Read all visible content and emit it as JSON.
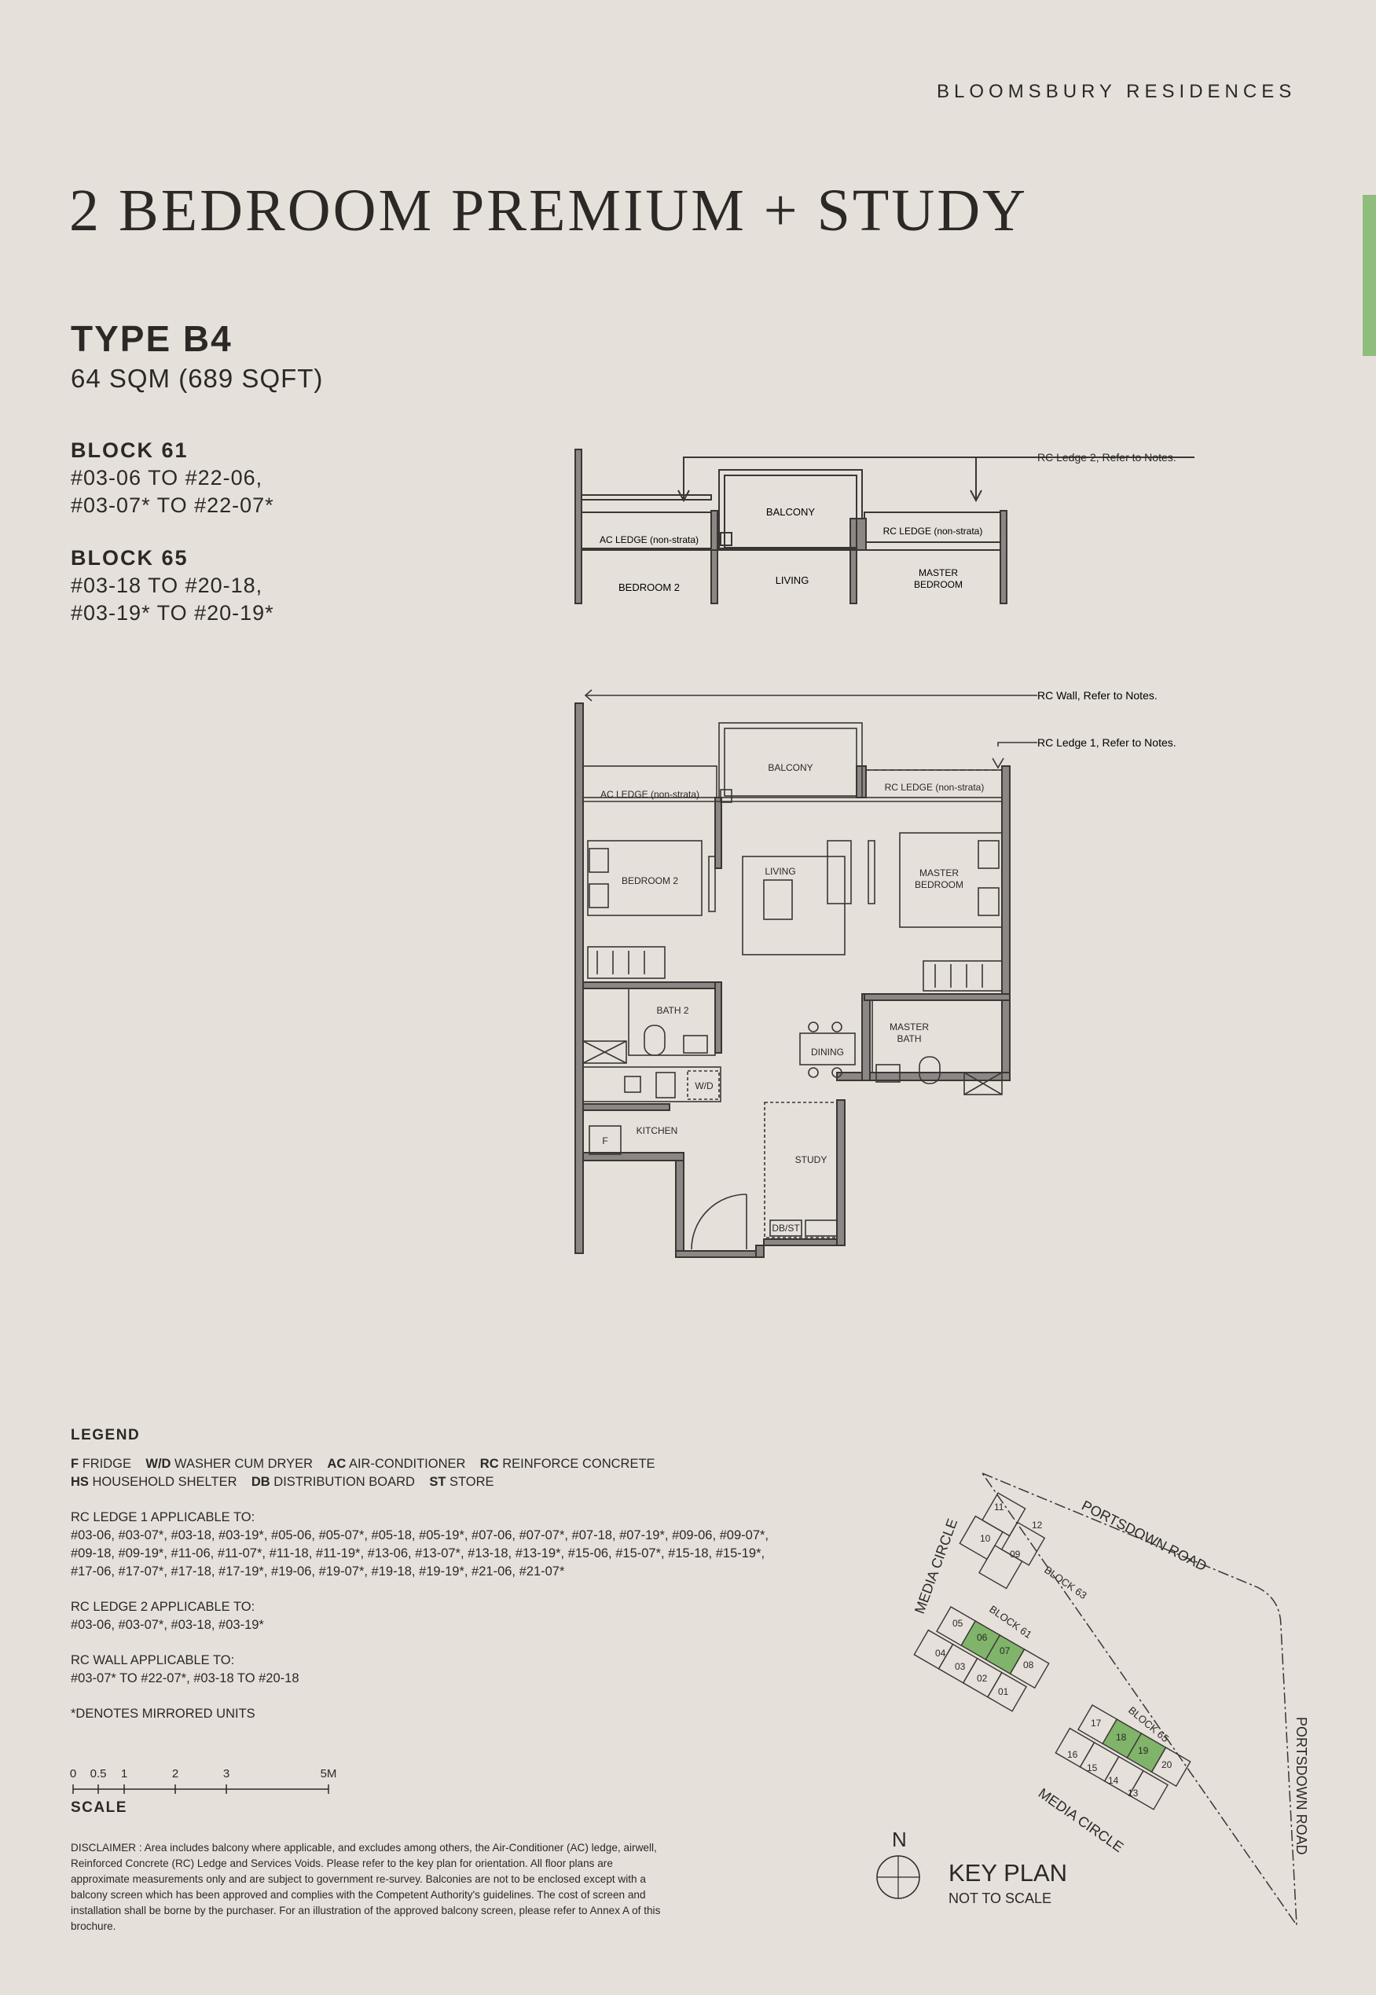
{
  "brand": "BLOOMSBURY RESIDENCES",
  "title": "2 BEDROOM PREMIUM + STUDY",
  "unit_type": "TYPE B4",
  "area": "64 SQM (689 SQFT)",
  "blocks": [
    {
      "name": "BLOCK 61",
      "lines": [
        "#03-06 TO #22-06,",
        "#03-07* TO #22-07*"
      ]
    },
    {
      "name": "BLOCK 65",
      "lines": [
        "#03-18 TO #20-18,",
        "#03-19* TO #20-19*"
      ]
    }
  ],
  "plan": {
    "upper": {
      "note": "RC Ledge 2, Refer to Notes.",
      "rooms": [
        "BALCONY",
        "AC LEDGE (non-strata)",
        "RC LEDGE (non-strata)",
        "BEDROOM 2",
        "LIVING",
        "MASTER",
        "BEDROOM"
      ]
    },
    "main": {
      "notes": [
        "RC Wall, Refer to Notes.",
        "RC Ledge 1, Refer to Notes."
      ],
      "rooms": [
        "BALCONY",
        "AC LEDGE (non-strata)",
        "RC LEDGE (non-strata)",
        "BEDROOM 2",
        "LIVING",
        "MASTER",
        "BEDROOM",
        "BATH 2",
        "MASTER",
        "BATH",
        "DINING",
        "W/D",
        "KITCHEN",
        "F",
        "STUDY",
        "DB/ST"
      ]
    }
  },
  "legend": {
    "heading": "LEGEND",
    "abbreviations": [
      [
        {
          "code": "F",
          "text": "FRIDGE"
        },
        {
          "code": "W/D",
          "text": "WASHER CUM DRYER"
        },
        {
          "code": "AC",
          "text": "AIR-CONDITIONER"
        },
        {
          "code": "RC",
          "text": "REINFORCE CONCRETE"
        }
      ],
      [
        {
          "code": "HS",
          "text": "HOUSEHOLD SHELTER"
        },
        {
          "code": "DB",
          "text": "DISTRIBUTION BOARD"
        },
        {
          "code": "ST",
          "text": "STORE"
        }
      ]
    ],
    "rc_ledge1_heading": "RC LEDGE 1 APPLICABLE TO:",
    "rc_ledge1_units": "#03-06, #03-07*, #03-18, #03-19*, #05-06, #05-07*, #05-18, #05-19*, #07-06, #07-07*, #07-18, #07-19*, #09-06, #09-07*, #09-18, #09-19*, #11-06, #11-07*, #11-18, #11-19*, #13-06, #13-07*, #13-18, #13-19*, #15-06, #15-07*, #15-18, #15-19*, #17-06, #17-07*, #17-18, #17-19*, #19-06, #19-07*, #19-18, #19-19*, #21-06, #21-07*",
    "rc_ledge2_heading": "RC LEDGE 2 APPLICABLE TO:",
    "rc_ledge2_units": "#03-06, #03-07*, #03-18, #03-19*",
    "rc_wall_heading": "RC WALL APPLICABLE TO:",
    "rc_wall_units": "#03-07* TO #22-07*, #03-18 TO #20-18",
    "mirrored_note": "*DENOTES MIRRORED UNITS"
  },
  "scale": {
    "label": "SCALE",
    "ticks": [
      "0",
      "0.5",
      "1",
      "2",
      "3",
      "5M"
    ]
  },
  "disclaimer": "DISCLAIMER : Area includes balcony where applicable, and excludes among others, the Air-Conditioner (AC) ledge, airwell, Reinforced Concrete (RC) Ledge and Services Voids. Please refer to the key plan for orientation. All floor plans are approximate measurements only and are subject to government re-survey. Balconies are not to be enclosed except with a balcony screen which has been approved and complies with the Competent Authority's guidelines. The cost of screen and installation shall be borne by the purchaser. For an illustration of the approved balcony screen, please refer to Annex A of this brochure.",
  "key_plan": {
    "title": "KEY PLAN",
    "subtitle": "NOT TO SCALE",
    "north": "N",
    "roads": [
      "PORTSDOWN ROAD",
      "PORTSDOWN ROAD",
      "MEDIA CIRCLE",
      "MEDIA CIRCLE"
    ],
    "blocks": [
      "BLOCK 63",
      "BLOCK 61",
      "BLOCK 65"
    ],
    "units_63": [
      "11",
      "12",
      "10",
      "09"
    ],
    "units_61": [
      "05",
      "06",
      "07",
      "08",
      "04",
      "03",
      "02",
      "01"
    ],
    "units_65": [
      "17",
      "18",
      "19",
      "20",
      "16",
      "15",
      "14",
      "13"
    ],
    "highlight_color": "#7fb46a"
  },
  "colors": {
    "background": "#e6e0da",
    "accent": "#8fbd7c",
    "wall": "#8c8784",
    "text": "#2b2826"
  }
}
